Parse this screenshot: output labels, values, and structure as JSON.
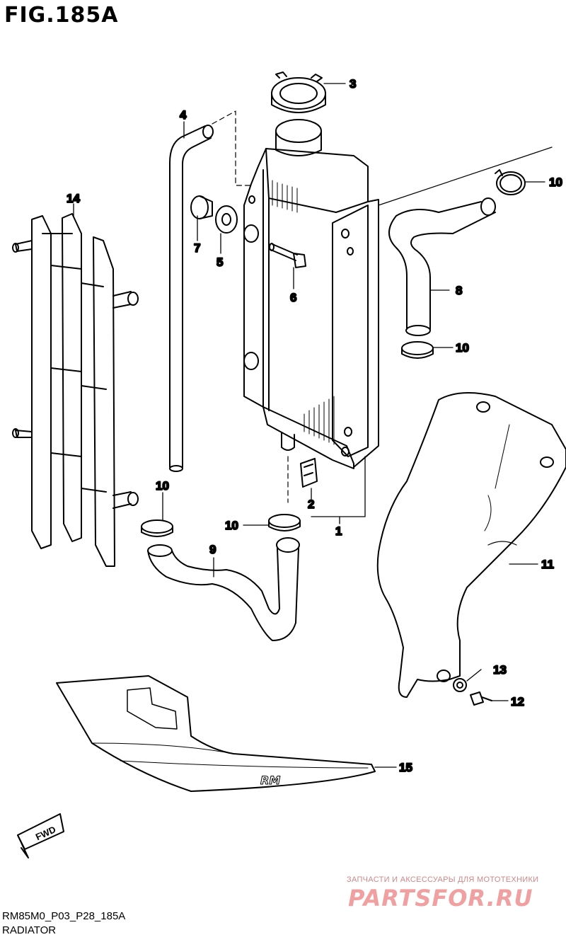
{
  "figure": {
    "title": "FIG.185A",
    "code": "RM85M0_P03_P28_185A",
    "name": "RADIATOR"
  },
  "callouts": [
    "1",
    "2",
    "3",
    "4",
    "5",
    "6",
    "7",
    "8",
    "9",
    "10",
    "10",
    "10",
    "10",
    "11",
    "12",
    "13",
    "14",
    "15"
  ],
  "parts": [
    {
      "ref": "1",
      "part": "radiator"
    },
    {
      "ref": "2",
      "part": "radiator-mounting-clip"
    },
    {
      "ref": "3",
      "part": "radiator-cap"
    },
    {
      "ref": "4",
      "part": "overflow-hose"
    },
    {
      "ref": "5",
      "part": "grommet"
    },
    {
      "ref": "6",
      "part": "mounting-bolt"
    },
    {
      "ref": "7",
      "part": "spacer-collar"
    },
    {
      "ref": "8",
      "part": "upper-radiator-hose"
    },
    {
      "ref": "9",
      "part": "lower-radiator-hose"
    },
    {
      "ref": "10",
      "part": "hose-clamp"
    },
    {
      "ref": "11",
      "part": "radiator-cover"
    },
    {
      "ref": "12",
      "part": "cover-bolt"
    },
    {
      "ref": "13",
      "part": "cover-washer"
    },
    {
      "ref": "14",
      "part": "radiator-louver"
    },
    {
      "ref": "15",
      "part": "shroud-with-emblem"
    }
  ],
  "emblem_text": "RM",
  "direction_label": "FWD",
  "watermark": {
    "line1": "ЗАПЧАСТИ И АКСЕССУАРЫ ДЛЯ МОТОТЕХНИКИ",
    "line2": "PARTSFOR.RU"
  }
}
